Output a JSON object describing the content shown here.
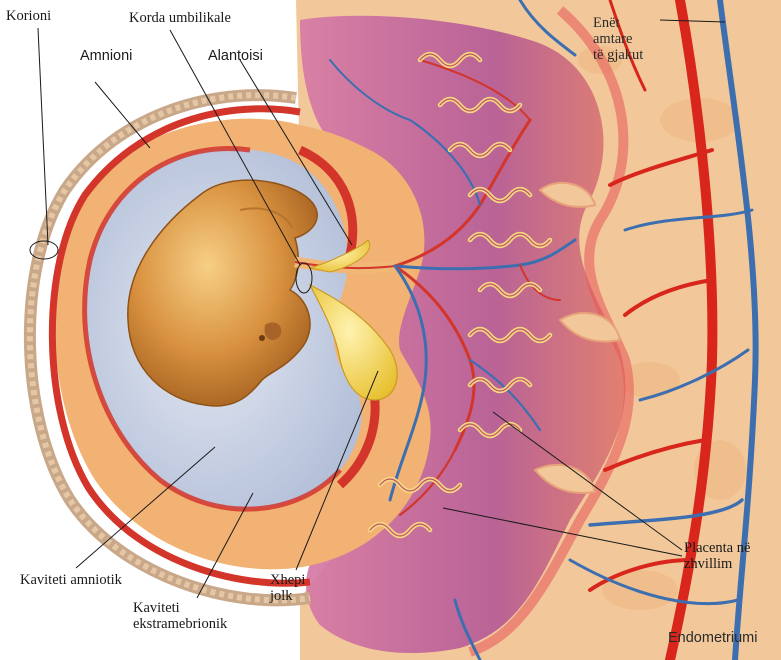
{
  "labels": {
    "chorion": "Korioni",
    "umbilical_cord": "Korda umbilikale",
    "amnion": "Amnioni",
    "allantois": "Alantoisi",
    "blood_vessels_l1": "Enët",
    "blood_vessels_l2": "amtare",
    "blood_vessels_l3": "të gjakut",
    "amniotic_cavity": "Kaviteti amniotik",
    "yolk_sac_l1": "Xhepi",
    "yolk_sac_l2": "jolk",
    "extraembryonic_l1": "Kaviteti",
    "extraembryonic_l2": "ekstramebrionik",
    "placenta_l1": "Placenta në",
    "placenta_l2": "zhvillim",
    "endometrium": "Endometriumi"
  },
  "colors": {
    "endometrium": "#f2c89a",
    "placenta_zone": "#c9689e",
    "maternal_artery": "#d9261c",
    "maternal_vein": "#3d6fb0",
    "amniotic_fluid": "#c9d3e6",
    "embryo": "#d8913f",
    "yolk_sac": "#f2d95a",
    "extraembryonic_fluid": "#f2b274"
  }
}
